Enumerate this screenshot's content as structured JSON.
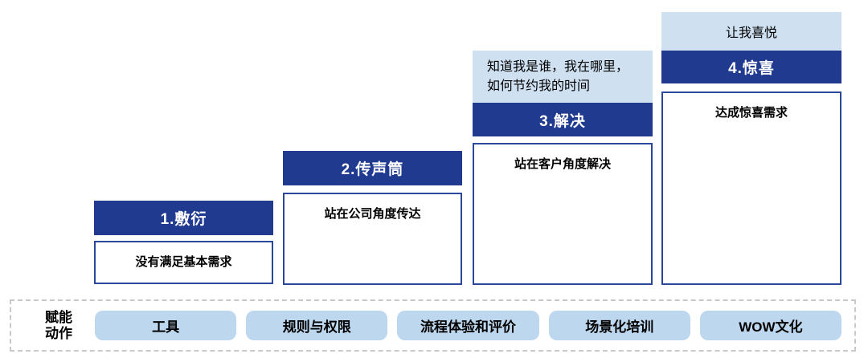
{
  "colors": {
    "header_blue": "#1f3a8f",
    "box_border_blue": "#2b479c",
    "callout_light_blue": "#cfe0f1",
    "pill_light_blue": "#bdd7ee",
    "band_border_gray": "#c9c9c9",
    "header_text": "#ffffff",
    "body_text": "#000000"
  },
  "steps": [
    {
      "title": "1.敷衍",
      "body": "没有满足基本需求"
    },
    {
      "title": "2.传声筒",
      "body": "站在公司角度传达"
    },
    {
      "title": "3.解决",
      "body": "站在客户角度解决",
      "callout_line1": "知道我是谁，我在哪里，",
      "callout_line2": "如何节约我的时间"
    },
    {
      "title": "4.惊喜",
      "body": "达成惊喜需求",
      "callout": "让我喜悦"
    }
  ],
  "band": {
    "label_line1": "赋能",
    "label_line2": "动作",
    "actions": [
      "工具",
      "规则与权限",
      "流程体验和评价",
      "场景化培训",
      "WOW文化"
    ]
  }
}
